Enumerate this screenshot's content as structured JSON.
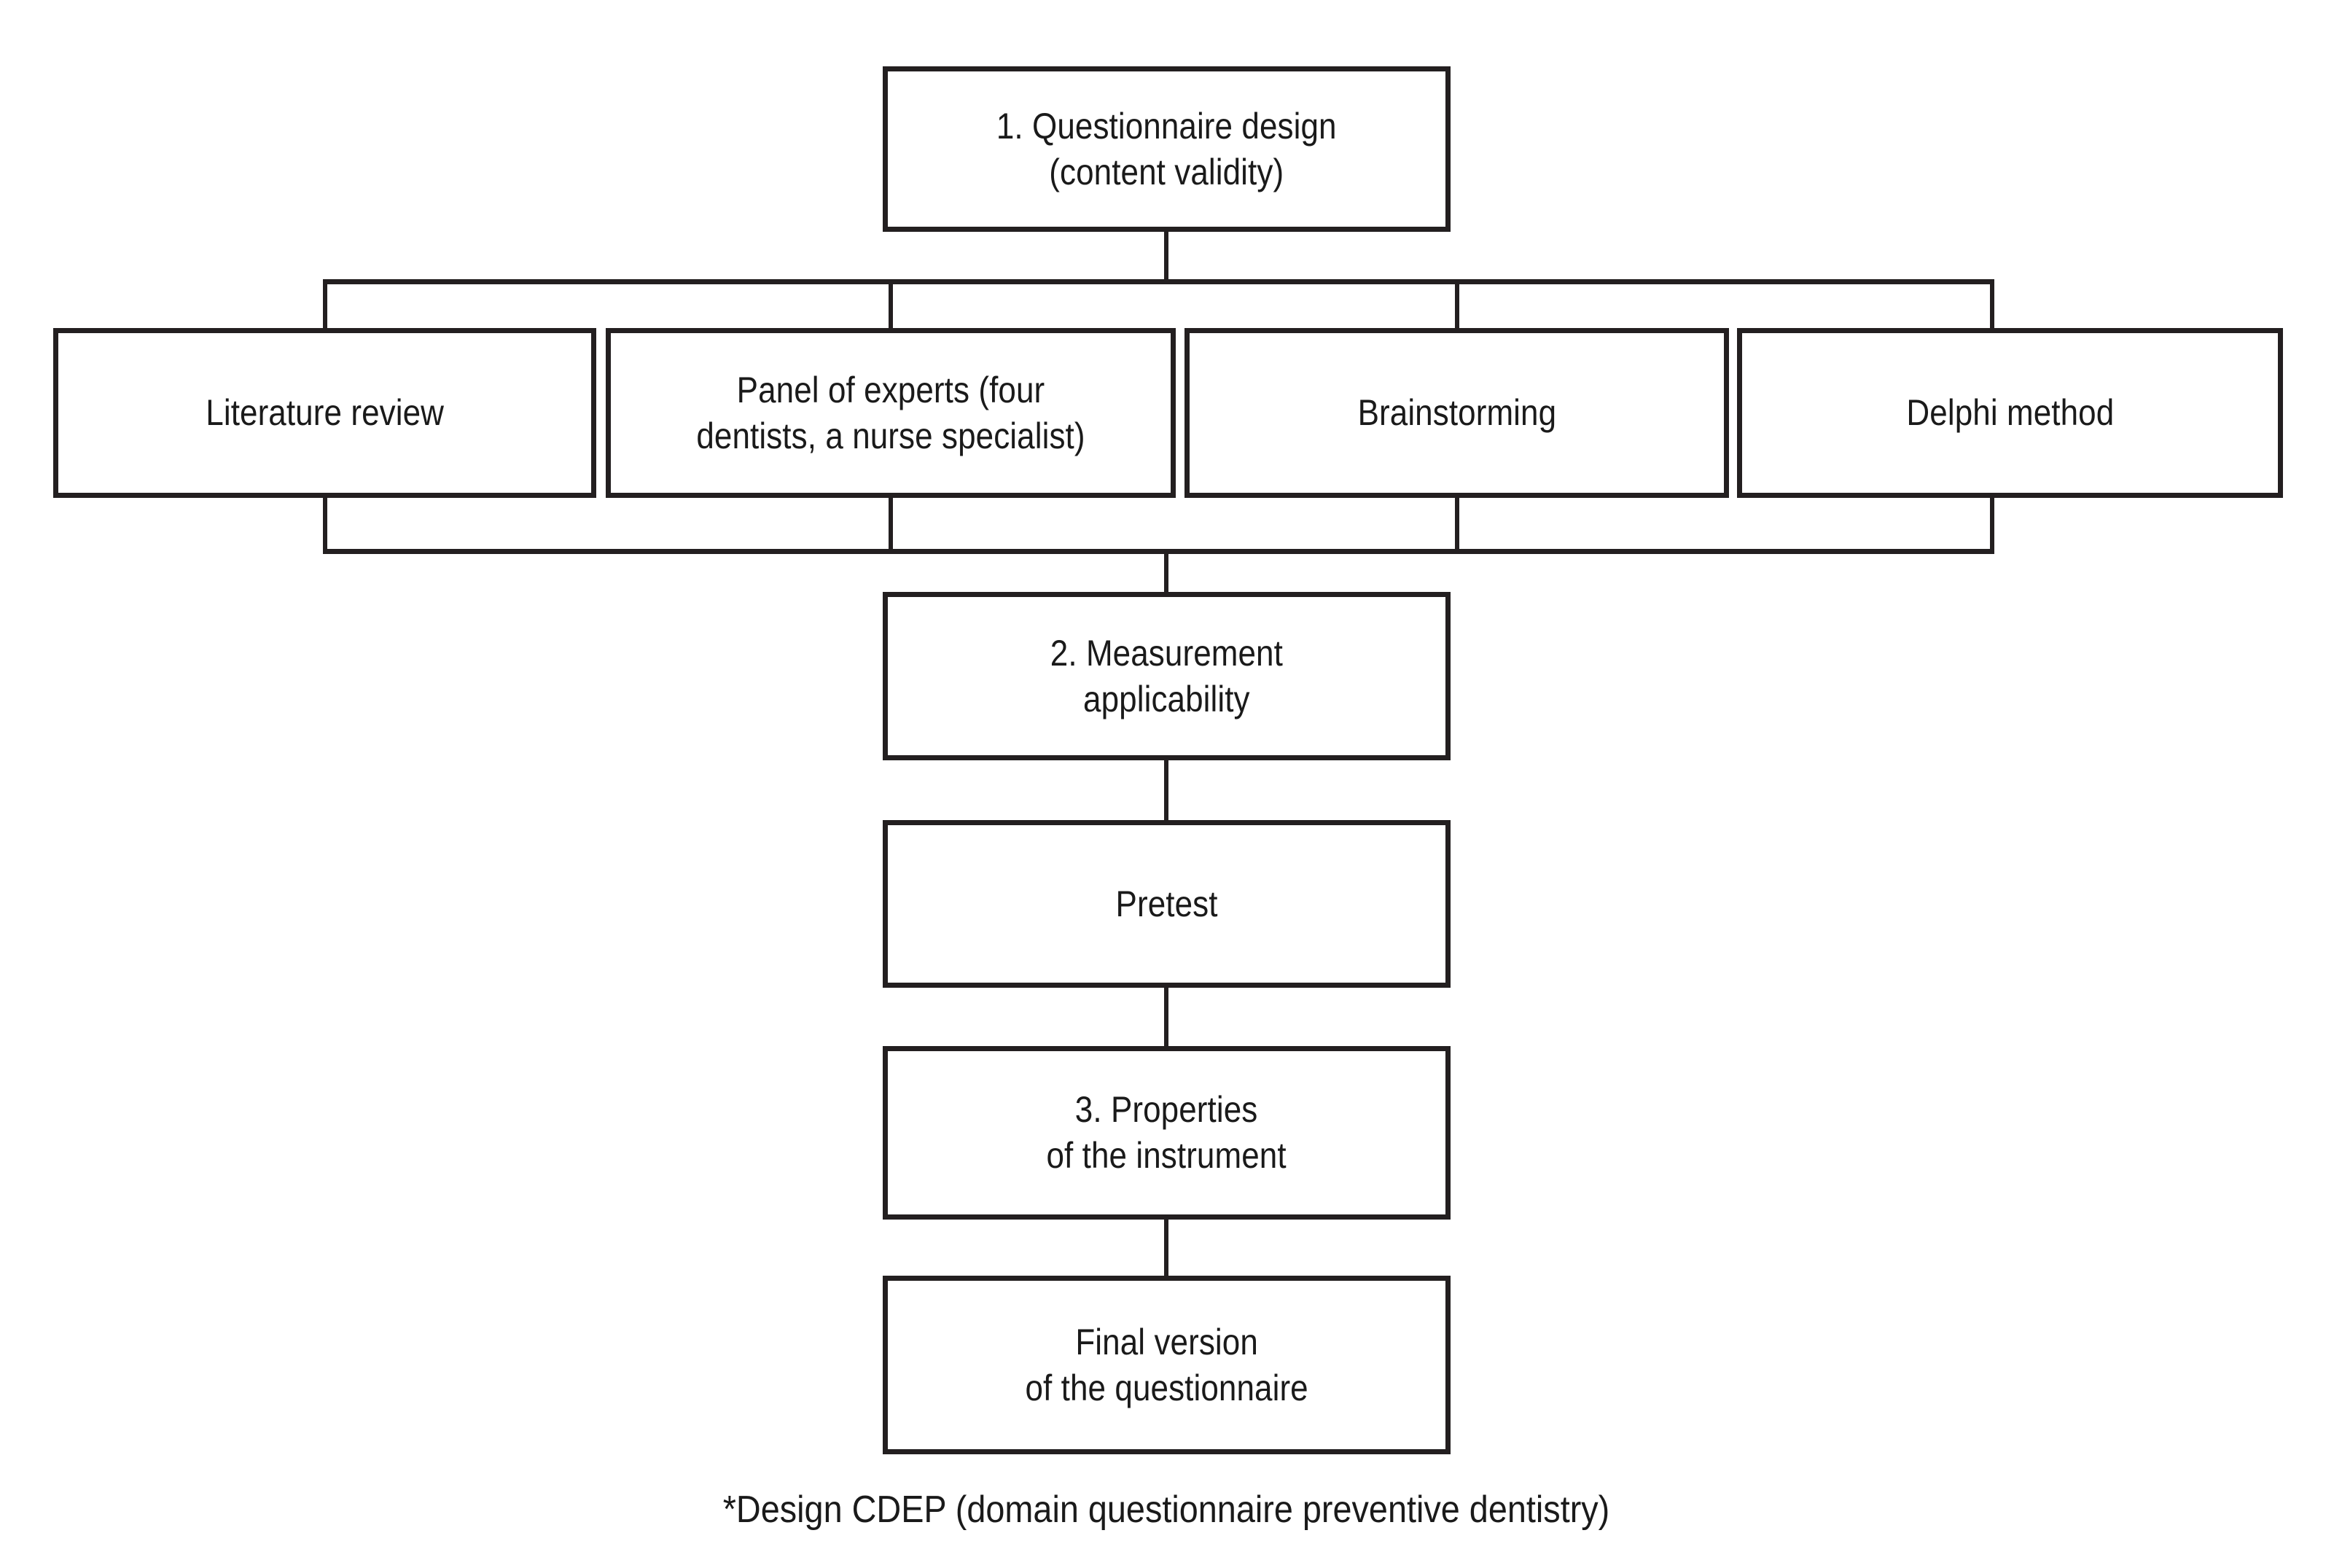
{
  "figure": {
    "type": "flowchart",
    "orientation": "top-down",
    "background_color": "#ffffff",
    "line_color": "#231f20",
    "text_color": "#1a1a1a",
    "caption": "*Design CDEP (domain questionnaire preventive dentistry)"
  },
  "nodes": {
    "step1": {
      "label": "1. Questionnaire design\n(content validity)",
      "step_number": "1",
      "title": "Questionnaire design",
      "subtitle": "(content validity)"
    },
    "methods": [
      {
        "label": "Literature review"
      },
      {
        "label": "Panel of experts (four\ndentists, a nurse specialist)"
      },
      {
        "label": "Brainstorming"
      },
      {
        "label": "Delphi method"
      }
    ],
    "step2": {
      "label": "2. Measurement\napplicability",
      "step_number": "2",
      "title": "Measurement",
      "subtitle": "applicability"
    },
    "pretest": {
      "label": "Pretest"
    },
    "step3": {
      "label": "3. Properties\nof the instrument",
      "step_number": "3",
      "title": "Properties",
      "subtitle": "of the instrument"
    },
    "final": {
      "label": "Final version\nof the questionnaire"
    }
  },
  "flow": {
    "sequence": [
      "1. Questionnaire design (content validity)",
      "Literature review / Panel of experts (four dentists, a nurse specialist) / Brainstorming / Delphi method",
      "2. Measurement applicability",
      "Pretest",
      "3. Properties of the instrument",
      "Final version of the questionnaire"
    ]
  }
}
